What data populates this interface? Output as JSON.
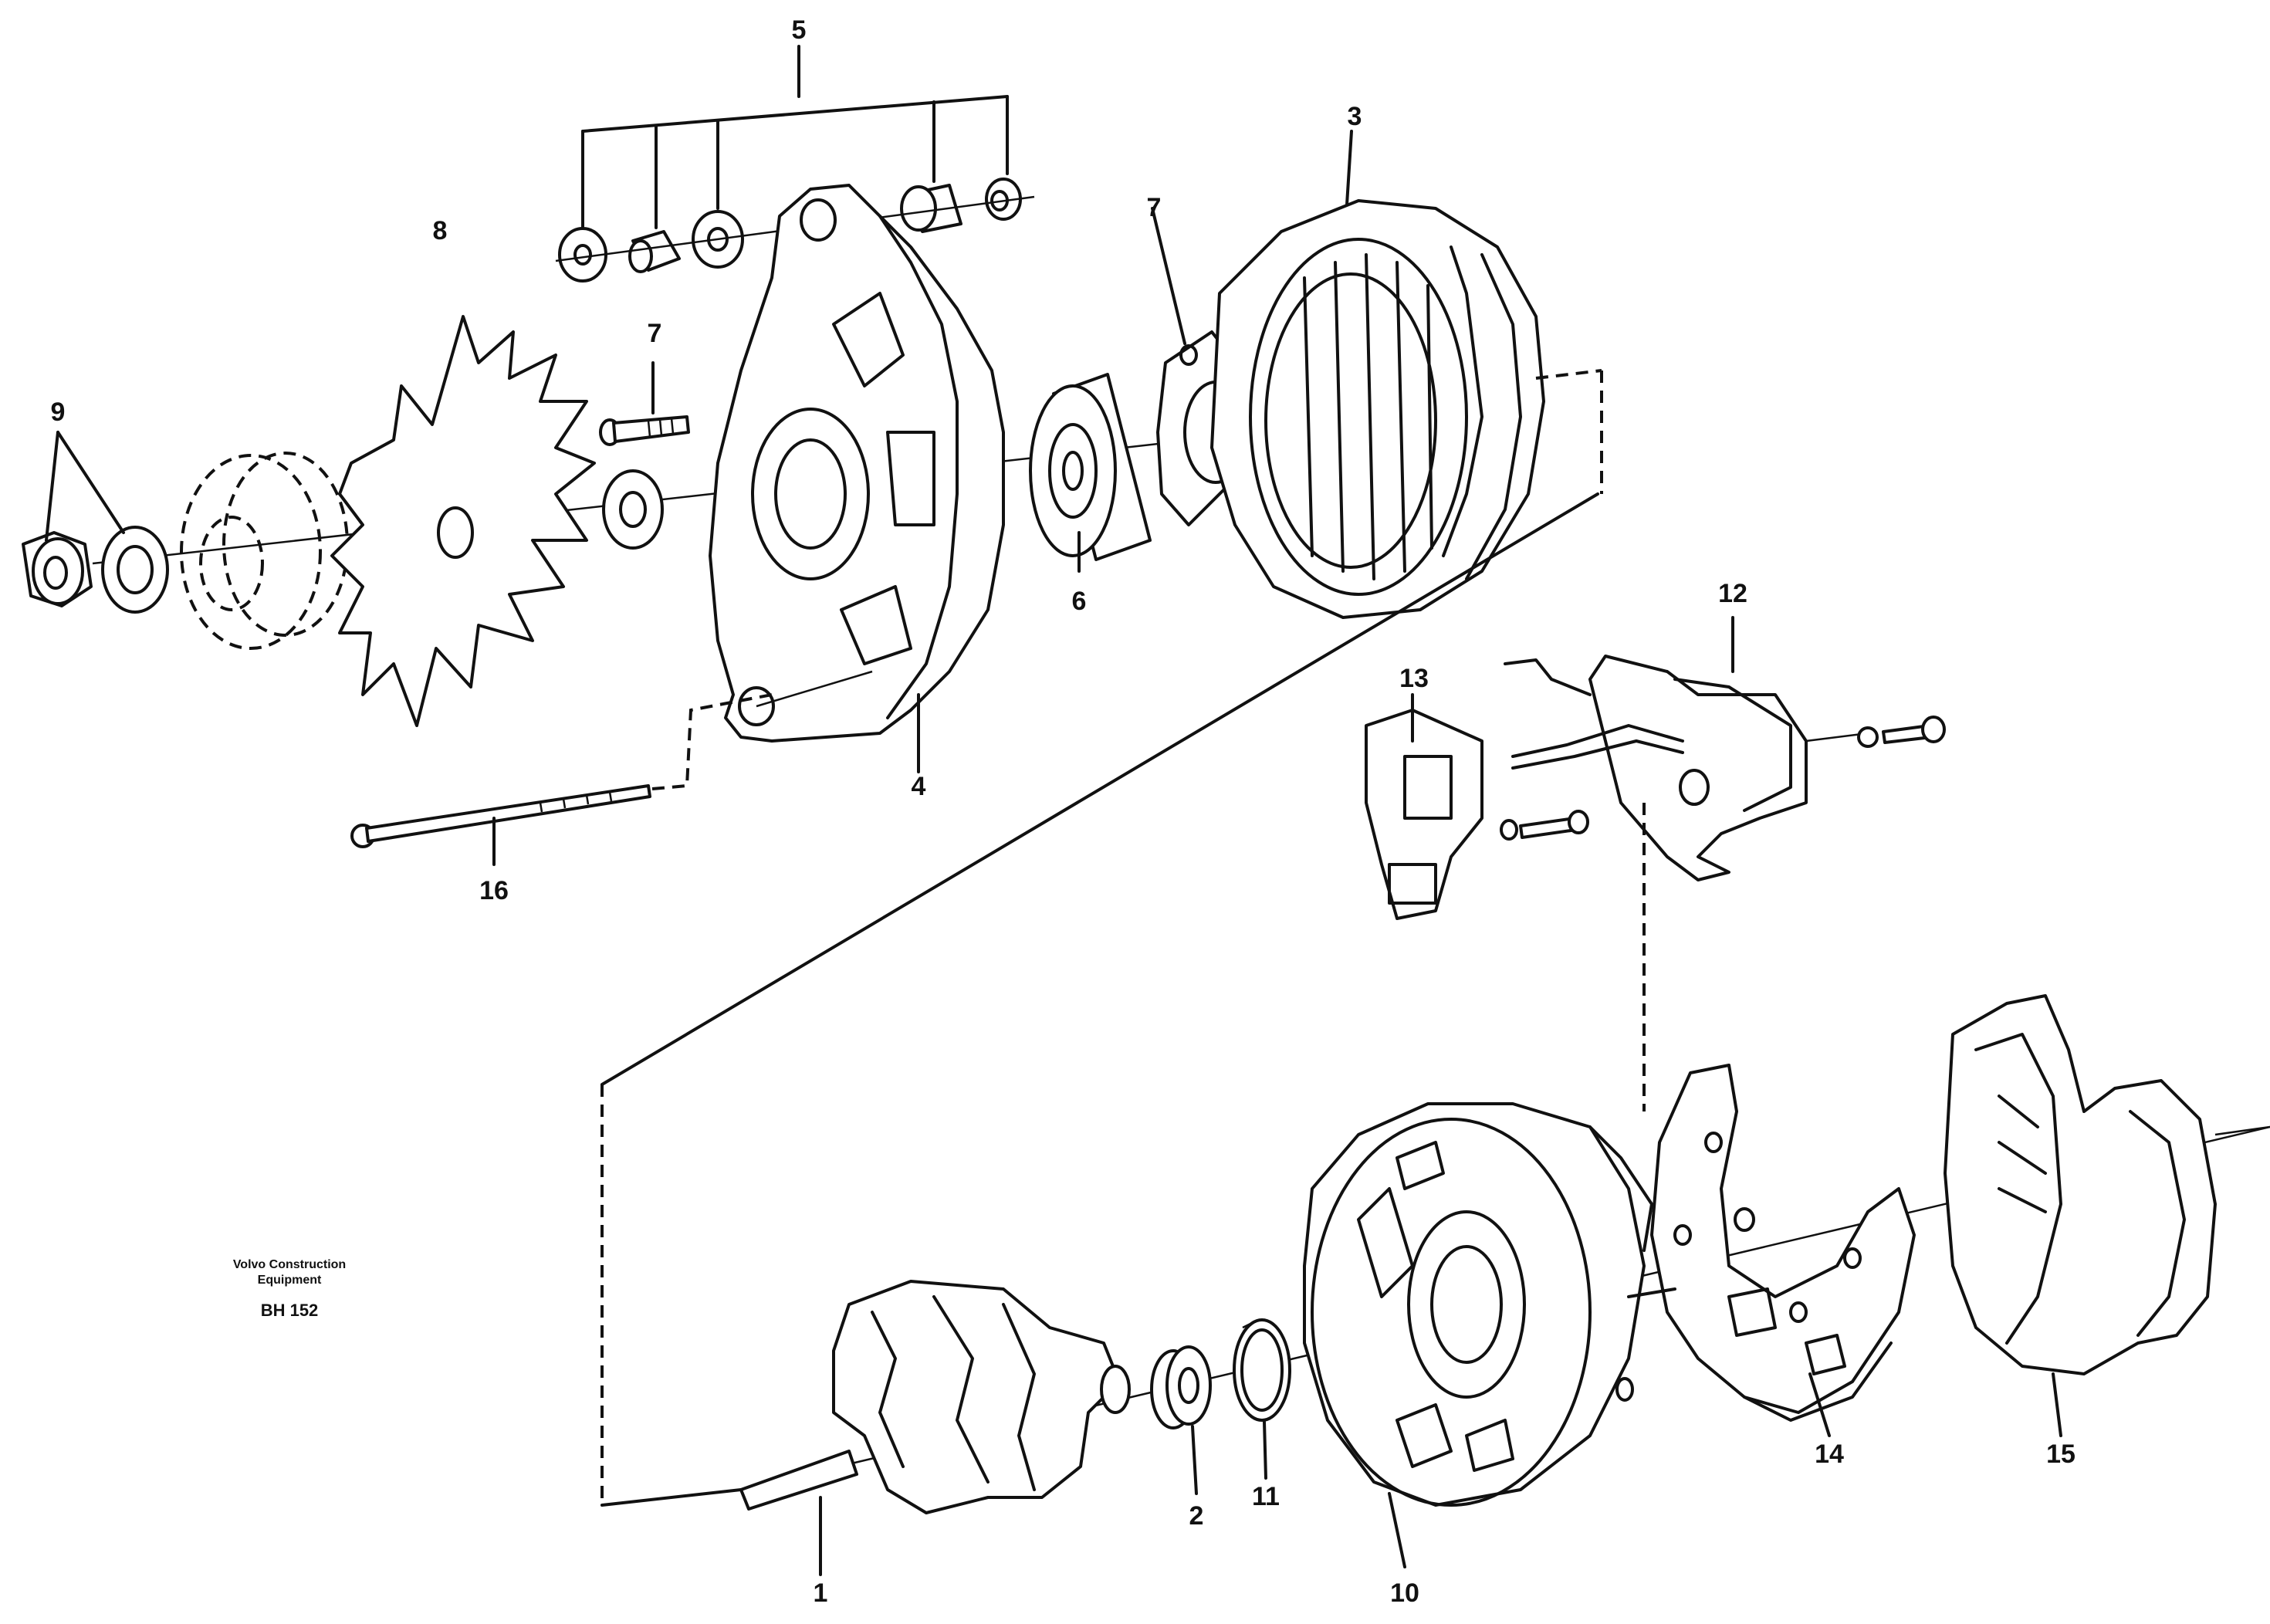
{
  "diagram": {
    "callouts": [
      "1",
      "2",
      "3",
      "4",
      "5",
      "6",
      "7",
      "7",
      "8",
      "9",
      "10",
      "11",
      "12",
      "13",
      "14",
      "15",
      "16"
    ],
    "caption": {
      "company_line1": "Volvo Construction",
      "company_line2": "Equipment",
      "code": "BH 152"
    }
  }
}
